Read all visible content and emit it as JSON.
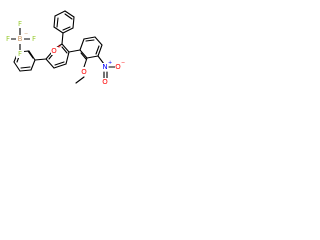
{
  "molecule": {
    "colors": {
      "bond": "#000000",
      "oxygen": "#ff0000",
      "nitrogen": "#0000ff",
      "fluorine": "#99cc33",
      "boron": "#cc9966"
    },
    "labels": {
      "ring_oxygen": "O",
      "ring_oxygen_charge": "+",
      "methoxy_oxygen": "O",
      "nitro_nitrogen": "N",
      "nitro_nitrogen_charge": "+",
      "nitro_oxygen_top": "O",
      "nitro_oxygen_bottom": "O",
      "nitro_oxygen_charge": "−",
      "boron": "B",
      "boron_charge": "−",
      "fluorine_top": "F",
      "fluorine_left": "F",
      "fluorine_right": "F",
      "fluorine_bottom": "F"
    }
  }
}
